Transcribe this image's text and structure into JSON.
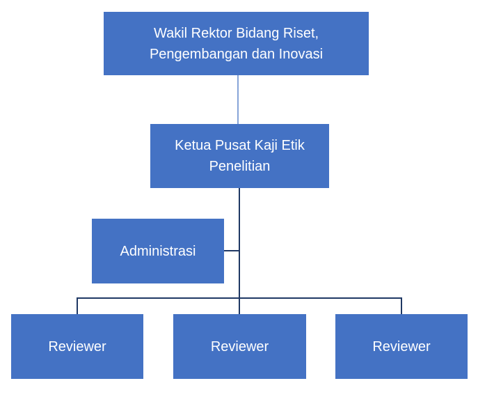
{
  "colors": {
    "node_fill": "#4472c4",
    "node_text": "#ffffff",
    "connector": "#4472c4"
  },
  "org_chart": {
    "top": {
      "line1": "Wakil Rektor Bidang Riset,",
      "line2": "Pengembangan dan Inovasi"
    },
    "head": {
      "line1": "Ketua Pusat Kaji Etik",
      "line2": "Penelitian"
    },
    "assistant": {
      "label": "Administrasi"
    },
    "reviewers": [
      {
        "label": "Reviewer"
      },
      {
        "label": "Reviewer"
      },
      {
        "label": "Reviewer"
      }
    ]
  }
}
